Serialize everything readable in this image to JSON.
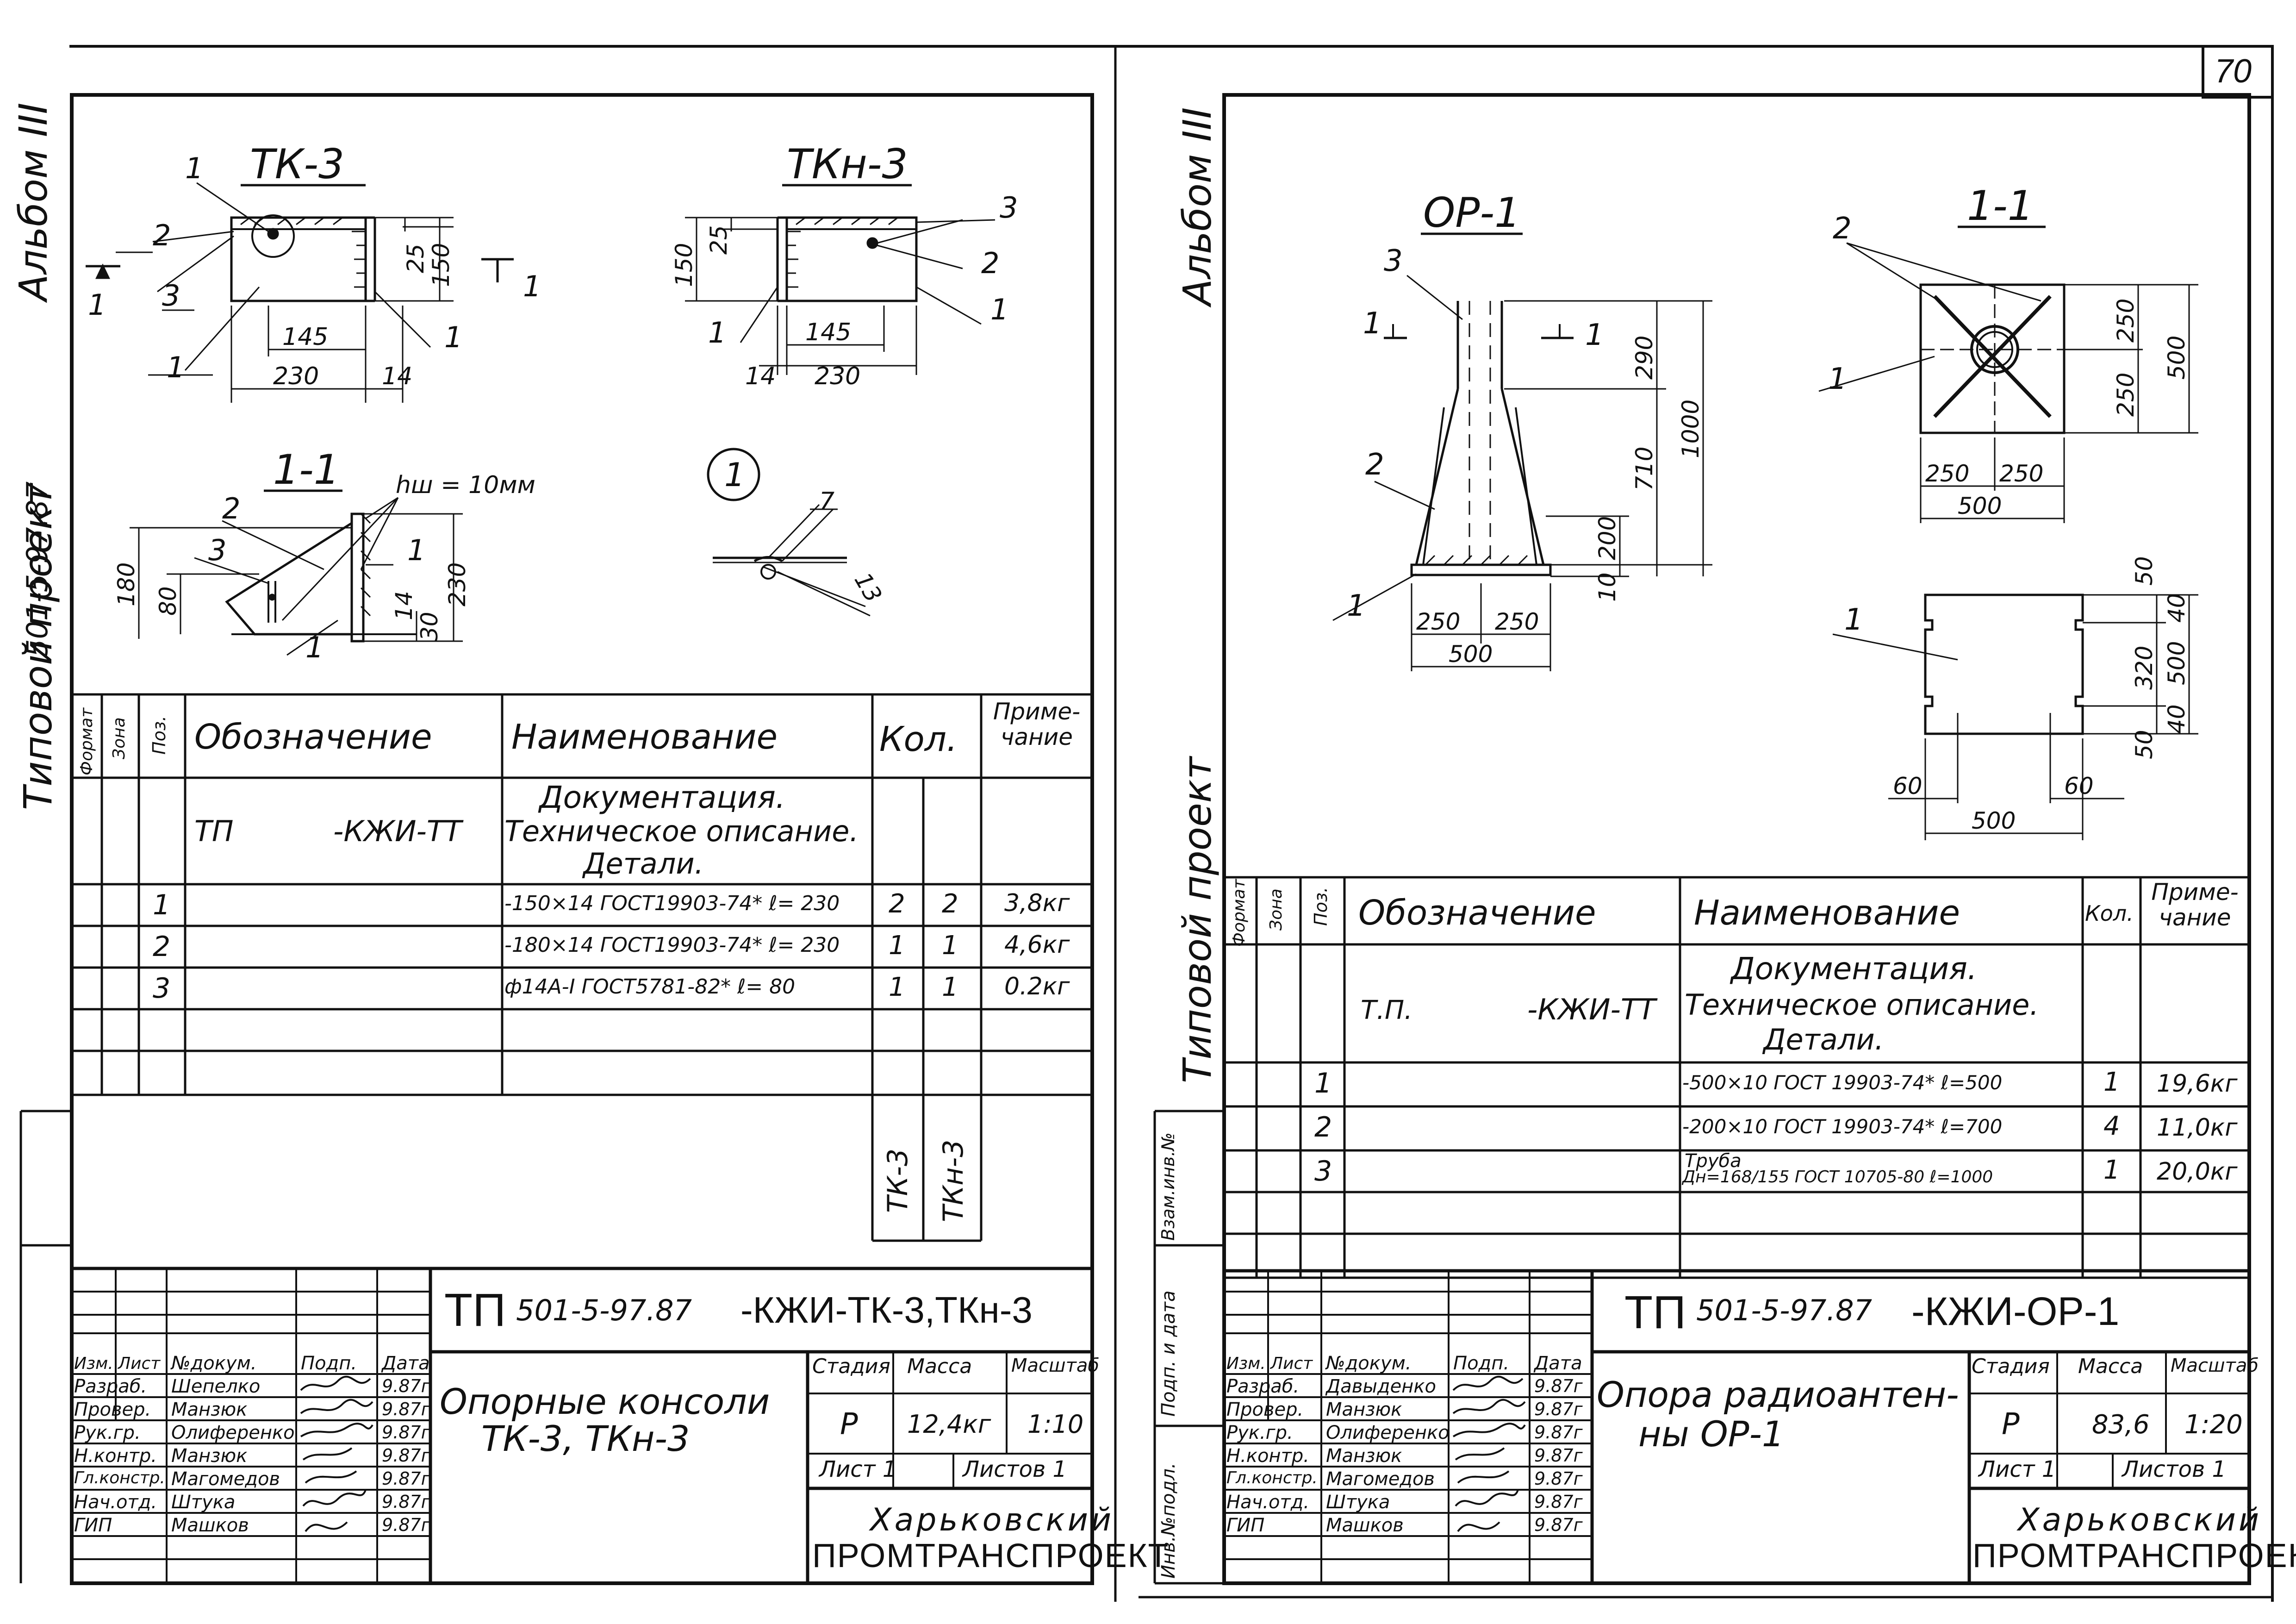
{
  "page_number": "70",
  "left": {
    "side_label": "Альбом III",
    "side_project": "Типовой проект",
    "side_code": "501-5-97.87",
    "drawings": {
      "tk3_title": "ТК-3",
      "tkn3_title": "ТКн-3",
      "section_title": "1-1",
      "detail_marker": "1",
      "weld_note": "hш = 10мм",
      "dims": {
        "d145a": "145",
        "d230a": "230",
        "d14a": "14",
        "d25a": "25",
        "d150a": "150",
        "d150b": "150",
        "d25b": "25",
        "d145b": "145",
        "d230b": "230",
        "d14b": "14",
        "s180": "180",
        "s80": "80",
        "s230": "230",
        "s14": "14",
        "s30": "30",
        "det7": "7",
        "det13": "13"
      },
      "positions": {
        "p1": "1",
        "p2": "2",
        "p3": "3"
      }
    },
    "spec": {
      "headers": {
        "format": "Формат",
        "zone": "Зона",
        "pos": "Поз.",
        "designation": "Обозначение",
        "name": "Наименование",
        "qty": "Кол.",
        "note": "Приме-чание"
      },
      "doc_row": {
        "designation_a": "ТП",
        "designation_b": "-КЖИ-ТТ",
        "name_1": "Документация.",
        "name_2": "Техническое описание.",
        "name_3": "Детали."
      },
      "rows": [
        {
          "pos": "1",
          "name": "-150×14 ГОСТ19903-74* ℓ= 230",
          "q1": "2",
          "q2": "2",
          "note": "3,8кг"
        },
        {
          "pos": "2",
          "name": "-180×14 ГОСТ19903-74* ℓ= 230",
          "q1": "1",
          "q2": "1",
          "note": "4,6кг"
        },
        {
          "pos": "3",
          "name": "ф14А-I ГОСТ5781-82* ℓ= 80",
          "q1": "1",
          "q2": "1",
          "note": "0.2кг"
        }
      ],
      "variant_a": "ТК-3",
      "variant_b": "ТКн-3"
    },
    "stamp": {
      "code_prefix": "ТП",
      "code_num": "501-5-97.87",
      "code_suffix": "-КЖИ-ТК-3,ТКн-3",
      "hdr": {
        "izm": "Изм.",
        "list": "Лист",
        "ndoc": "№докум.",
        "podp": "Подп.",
        "data": "Дата"
      },
      "people": [
        {
          "role": "Разраб.",
          "name": "Шепелко",
          "date": "9.87г"
        },
        {
          "role": "Провер.",
          "name": "Манзюк",
          "date": "9.87г"
        },
        {
          "role": "Рук.гр.",
          "name": "Олиференко",
          "date": "9.87г"
        },
        {
          "role": "Н.контр.",
          "name": "Манзюк",
          "date": "9.87г"
        },
        {
          "role": "Гл.констр.",
          "name": "Магомедов",
          "date": "9.87г"
        },
        {
          "role": "Нач.отд.",
          "name": "Штука",
          "date": "9.87г"
        },
        {
          "role": "ГИП",
          "name": "Машков",
          "date": "9.87г"
        }
      ],
      "title_1": "Опорные консоли",
      "title_2": "ТК-3, ТКн-3",
      "stage_label": "Стадия",
      "mass_label": "Масса",
      "scale_label": "Масштаб",
      "stage": "Р",
      "mass": "12,4кг",
      "scale": "1:10",
      "sheet": "Лист 1",
      "sheets": "Листов 1",
      "org_1": "Харьковский",
      "org_2": "ПРОМТРАНСПРОЕКТ"
    }
  },
  "right": {
    "side_label": "Альбом III",
    "side_project": "Типовой проект",
    "side_boxes": {
      "b1": "Взам.инв.№",
      "b2": "Подп. и дата",
      "b3": "Инв.№подл."
    },
    "drawings": {
      "op1_title": "ОР-1",
      "section_title": "1-1",
      "dims": {
        "d290": "290",
        "d1000": "1000",
        "d710": "710",
        "d200": "200",
        "d10": "10",
        "d250a": "250",
        "d250b": "250",
        "d500a": "500",
        "s250a": "250",
        "s250b": "250",
        "s500": "500",
        "s250c": "250",
        "s250d": "250",
        "s500b": "500",
        "p50a": "50",
        "p40a": "40",
        "p320": "320",
        "p500": "500",
        "p40b": "40",
        "p50b": "50",
        "p60a": "60",
        "p60b": "60",
        "p500b": "500"
      },
      "positions": {
        "p1": "1",
        "p2": "2",
        "p3": "3"
      }
    },
    "spec": {
      "headers": {
        "format": "Формат",
        "zone": "Зона",
        "pos": "Поз.",
        "designation": "Обозначение",
        "name": "Наименование",
        "qty": "Кол.",
        "note": "Приме-чание"
      },
      "doc_row": {
        "designation_a": "Т.П.",
        "designation_b": "-КЖИ-ТТ",
        "name_1": "Документация.",
        "name_2": "Техническое описание.",
        "name_3": "Детали."
      },
      "rows": [
        {
          "pos": "1",
          "name": "-500×10 ГОСТ 19903-74* ℓ=500",
          "q": "1",
          "note": "19,6кг"
        },
        {
          "pos": "2",
          "name": "-200×10 ГОСТ 19903-74* ℓ=700",
          "q": "4",
          "note": "11,0кг"
        },
        {
          "pos": "3",
          "name_a": "Труба",
          "name": "Дн=168/155 ГОСТ 10705-80 ℓ=1000",
          "q": "1",
          "note": "20,0кг"
        }
      ]
    },
    "stamp": {
      "code_prefix": "ТП",
      "code_num": "501-5-97.87",
      "code_suffix": "-КЖИ-ОР-1",
      "hdr": {
        "izm": "Изм.",
        "list": "Лист",
        "ndoc": "№докум.",
        "podp": "Подп.",
        "data": "Дата"
      },
      "people": [
        {
          "role": "Разраб.",
          "name": "Давыденко",
          "date": "9.87г"
        },
        {
          "role": "Провер.",
          "name": "Манзюк",
          "date": "9.87г"
        },
        {
          "role": "Рук.гр.",
          "name": "Олиференко",
          "date": "9.87г"
        },
        {
          "role": "Н.контр.",
          "name": "Манзюк",
          "date": "9.87г"
        },
        {
          "role": "Гл.констр.",
          "name": "Магомедов",
          "date": "9.87г"
        },
        {
          "role": "Нач.отд.",
          "name": "Штука",
          "date": "9.87г"
        },
        {
          "role": "ГИП",
          "name": "Машков",
          "date": "9.87г"
        }
      ],
      "title_1": "Опора радиоантен-",
      "title_2": "ны ОР-1",
      "stage_label": "Стадия",
      "mass_label": "Масса",
      "scale_label": "Масштаб",
      "stage": "Р",
      "mass": "83,6",
      "scale": "1:20",
      "sheet": "Лист 1",
      "sheets": "Листов 1",
      "org_1": "Харьковский",
      "org_2": "ПРОМТРАНСПРОЕКТ"
    }
  }
}
